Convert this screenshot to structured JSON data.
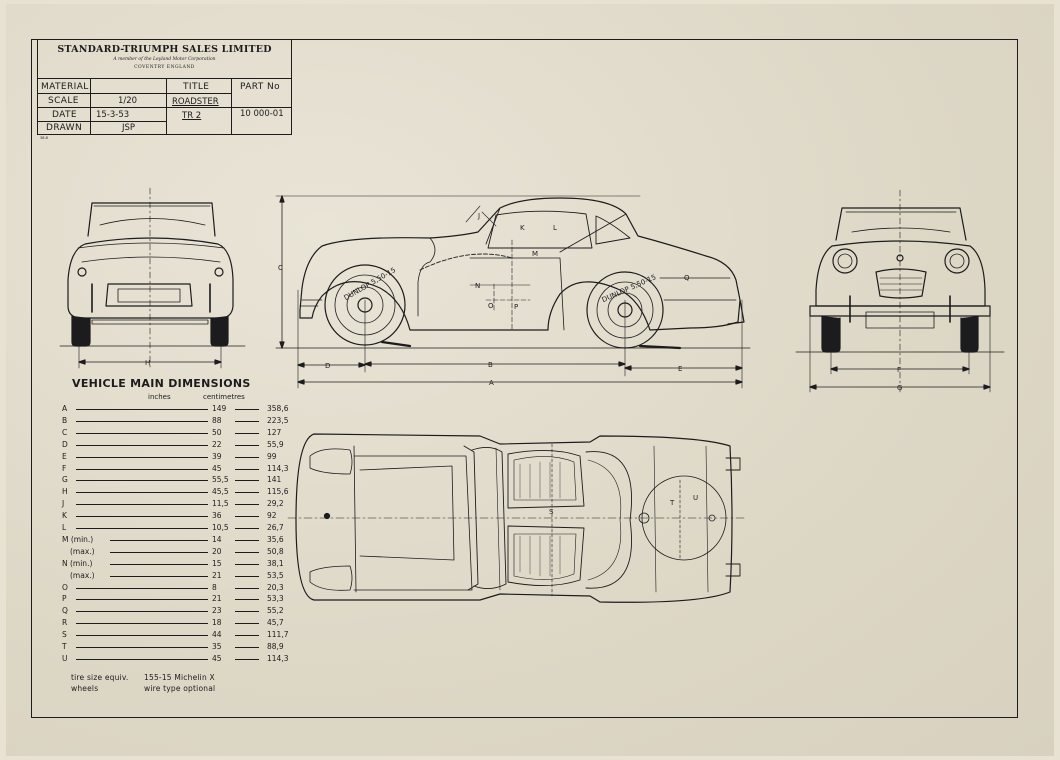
{
  "title_block": {
    "company": "STANDARD-TRIUMPH SALES LIMITED",
    "sub1": "A member of the Leyland Motor Corporation",
    "sub2": "COVENTRY  ENGLAND",
    "material_label": "MATERIAL",
    "title_label": "TITLE",
    "partno_label": "PART No",
    "scale_label": "SCALE",
    "scale_value": "1/20",
    "date_label": "DATE",
    "date_value": "15-3-53",
    "drawn_label": "DRAWN",
    "drawn_value": "JSP",
    "title_value1": "ROADSTER",
    "title_value2": "TR 2",
    "partno_value": "10 000-01",
    "tag": "38.8"
  },
  "dimensions": {
    "heading": "VEHICLE MAIN DIMENSIONS",
    "inches_label": "inches",
    "cm_label": "centimetres",
    "rows": [
      {
        "code": "A",
        "inches": "149",
        "cm": "358,6"
      },
      {
        "code": "B",
        "inches": "88",
        "cm": "223,5"
      },
      {
        "code": "C",
        "inches": "50",
        "cm": "127"
      },
      {
        "code": "D",
        "inches": "22",
        "cm": "55,9"
      },
      {
        "code": "E",
        "inches": "39",
        "cm": "99"
      },
      {
        "code": "F",
        "inches": "45",
        "cm": "114,3"
      },
      {
        "code": "G",
        "inches": "55,5",
        "cm": "141"
      },
      {
        "code": "H",
        "inches": "45,5",
        "cm": "115,6"
      },
      {
        "code": "J",
        "inches": "11,5",
        "cm": "29,2"
      },
      {
        "code": "K",
        "inches": "36",
        "cm": "92"
      },
      {
        "code": "L",
        "inches": "10,5",
        "cm": "26,7"
      },
      {
        "code": "M (min.)",
        "inches": "14",
        "cm": "35,6"
      },
      {
        "code": "(max.)",
        "inches": "20",
        "cm": "50,8"
      },
      {
        "code": "N (min.)",
        "inches": "15",
        "cm": "38,1"
      },
      {
        "code": "(max.)",
        "inches": "21",
        "cm": "53,5"
      },
      {
        "code": "O",
        "inches": "8",
        "cm": "20,3"
      },
      {
        "code": "P",
        "inches": "21",
        "cm": "53,3"
      },
      {
        "code": "Q",
        "inches": "23",
        "cm": "55,2"
      },
      {
        "code": "R",
        "inches": "18",
        "cm": "45,7"
      },
      {
        "code": "S",
        "inches": "44",
        "cm": "111,7"
      },
      {
        "code": "T",
        "inches": "35",
        "cm": "88,9"
      },
      {
        "code": "U",
        "inches": "45",
        "cm": "114,3"
      }
    ],
    "tire_label": "tire size  equiv.",
    "tire_value": "155-15 Michelin X",
    "wheels_label": "wheels",
    "wheels_value": "wire type optional"
  },
  "drawing_labels": {
    "A": "A",
    "B": "B",
    "C": "C",
    "D": "D",
    "E": "E",
    "F": "F",
    "G": "G",
    "H": "H",
    "J": "J",
    "K": "K",
    "L": "L",
    "M": "M",
    "N": "N",
    "O": "O",
    "P": "P",
    "Q": "Q",
    "S": "S",
    "T": "T",
    "U": "U",
    "tyre": "DUNLOP  5,50-15"
  },
  "colors": {
    "ink": "#1c1c1e",
    "paper": "#e2dccb"
  }
}
